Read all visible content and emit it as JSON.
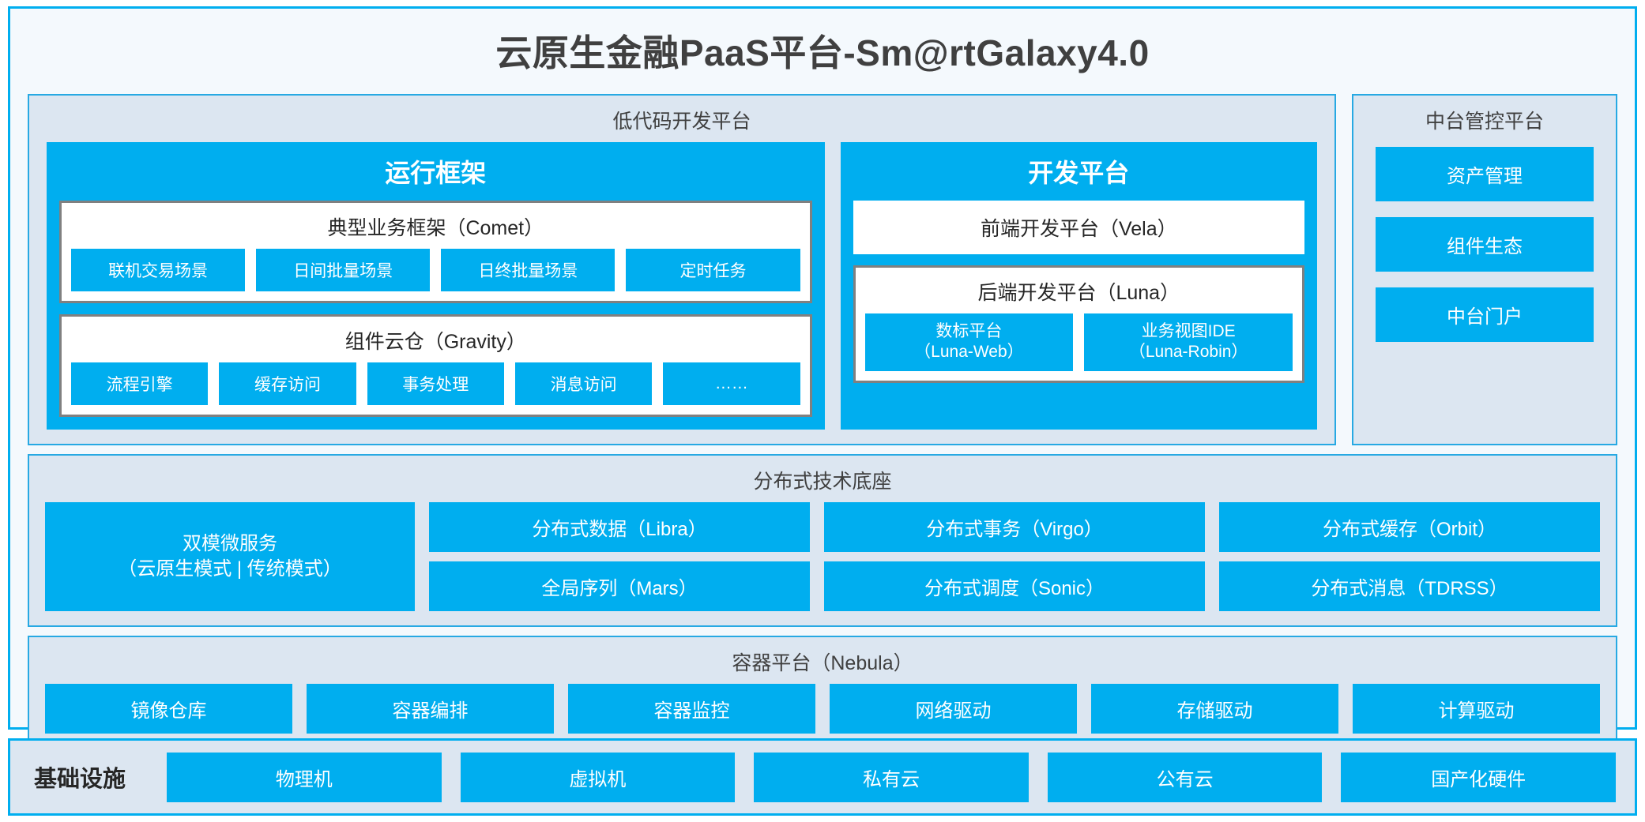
{
  "app": {
    "title": "云原生金融PaaS平台-Sm@rtGalaxy4.0"
  },
  "colors": {
    "accent": "#00AEEF",
    "panel_bg": "#DCE6F1",
    "frame_bg": "#F4F9FD",
    "box_border": "#808080",
    "text_dark": "#404040"
  },
  "lowcode": {
    "title": "低代码开发平台",
    "runtime": {
      "title": "运行框架",
      "groups": [
        {
          "title": "典型业务框架（Comet）",
          "items": [
            "联机交易场景",
            "日间批量场景",
            "日终批量场景",
            "定时任务"
          ]
        },
        {
          "title": "组件云仓（Gravity）",
          "items": [
            "流程引擎",
            "缓存访问",
            "事务处理",
            "消息访问",
            "……"
          ]
        }
      ]
    },
    "devplatform": {
      "title": "开发平台",
      "frontend": "前端开发平台（Vela）",
      "backend": {
        "title": "后端开发平台（Luna）",
        "items": [
          {
            "line1": "数标平台",
            "line2": "（Luna-Web）"
          },
          {
            "line1": "业务视图IDE",
            "line2": "（Luna-Robin）"
          }
        ]
      }
    }
  },
  "control": {
    "title": "中台管控平台",
    "items": [
      "资产管理",
      "组件生态",
      "中台门户"
    ]
  },
  "distributed": {
    "title": "分布式技术底座",
    "wide": {
      "line1": "双模微服务",
      "line2": "（云原生模式 | 传统模式）"
    },
    "columns": [
      {
        "top": "分布式数据（Libra）",
        "bottom": "全局序列（Mars）"
      },
      {
        "top": "分布式事务（Virgo）",
        "bottom": "分布式调度（Sonic）"
      },
      {
        "top": "分布式缓存（Orbit）",
        "bottom": "分布式消息（TDRSS）"
      }
    ]
  },
  "container": {
    "title": "容器平台（Nebula）",
    "items": [
      "镜像仓库",
      "容器编排",
      "容器监控",
      "网络驱动",
      "存储驱动",
      "计算驱动"
    ]
  },
  "infrastructure": {
    "label": "基础设施",
    "items": [
      "物理机",
      "虚拟机",
      "私有云",
      "公有云",
      "国产化硬件"
    ]
  }
}
